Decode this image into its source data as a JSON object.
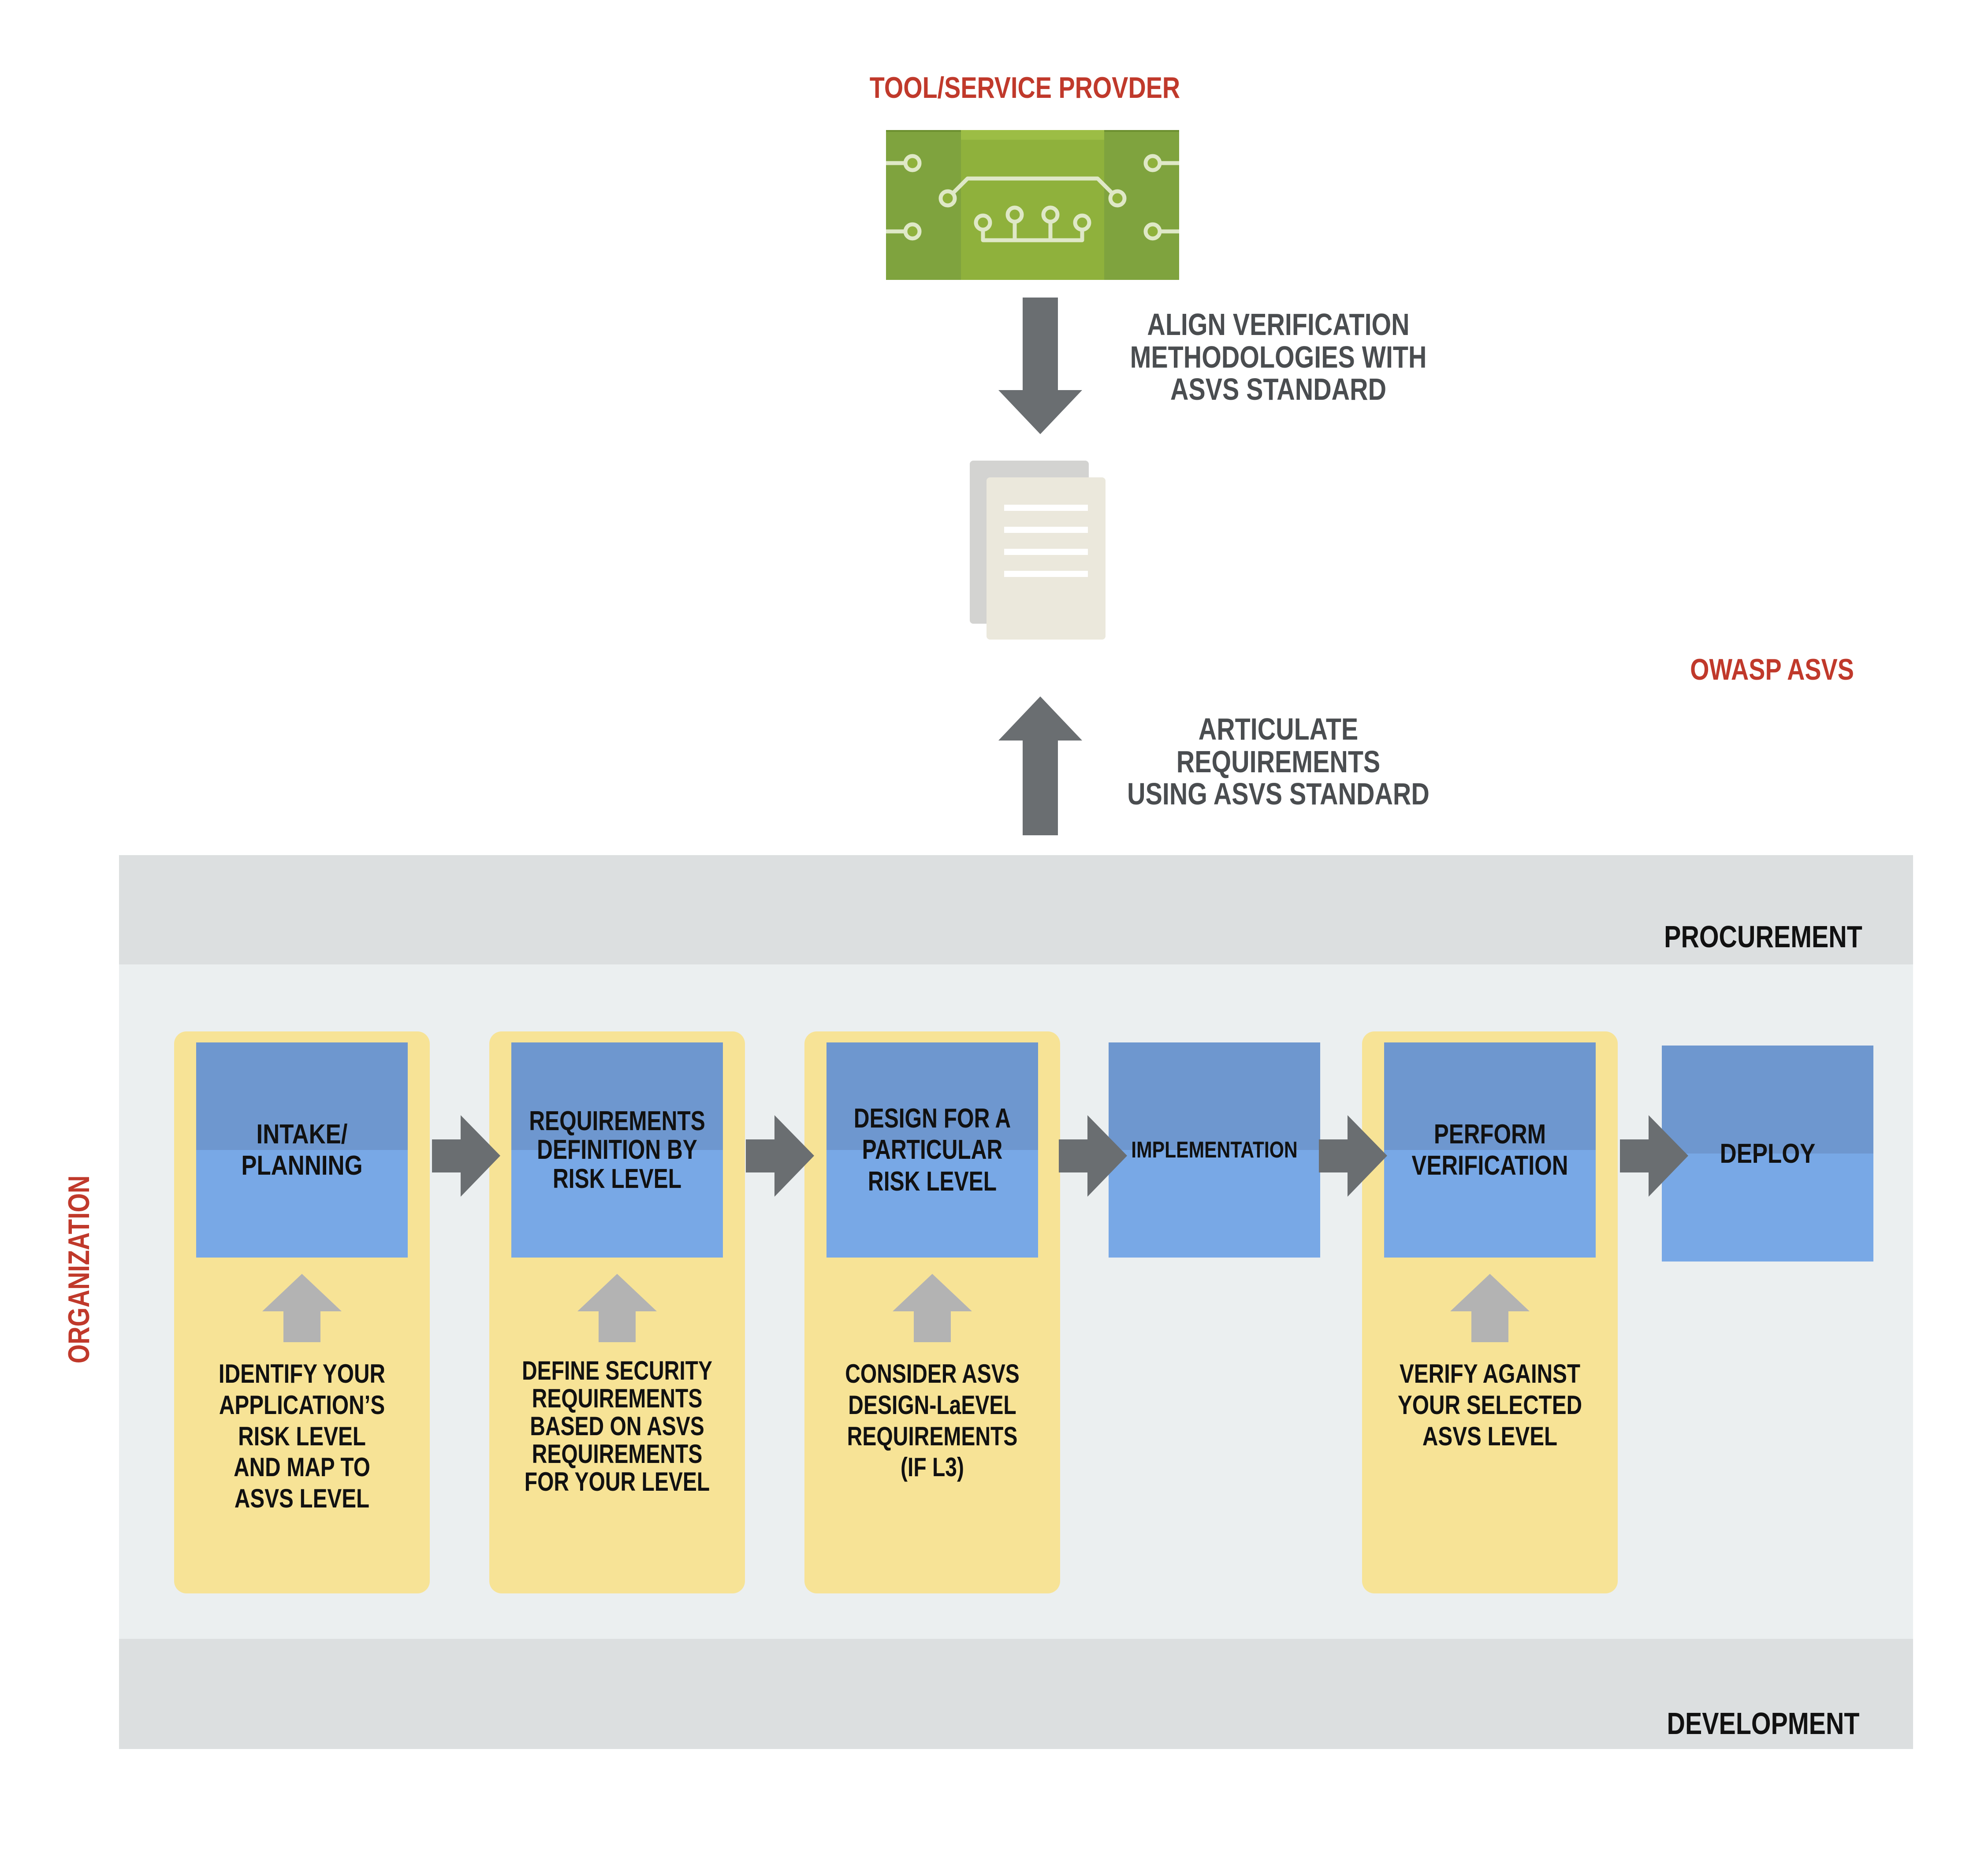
{
  "provider": {
    "title": "TOOL/SERVICE PROVDER",
    "icon": "circuit-board-icon",
    "colors": {
      "outer": "#7fa33e",
      "inner": "#8fb13c",
      "node": "#dfe8c7"
    }
  },
  "align_text": "ALIGN VERIFICATION\nMETHODOLOGIES WITH\nASVS STANDARD",
  "articulate_text": "ARTICULATE REQUIREMENTS\nUSING ASVS STANDARD",
  "document_icon": "document-stack-icon",
  "owasp_label": "OWASP ASVS",
  "organization_label": "ORGANIZATION",
  "procurement_label": "PROCUREMENT",
  "development_label": "DEVELOPMENT",
  "steps": [
    {
      "title": "INTAKE/\nPLANNING",
      "desc": "IDENTIFY YOUR\nAPPLICATION’S\nRISK LEVEL\nAND MAP TO\nASVS LEVEL"
    },
    {
      "title": "REQUIREMENTS\nDEFINITION BY\nRISK LEVEL",
      "desc": "DEFINE SECURITY\nREQUIREMENTS\nBASED ON ASVS\nREQUIREMENTS\nFOR YOUR LEVEL"
    },
    {
      "title": "DESIGN FOR A\nPARTICULAR\nRISK LEVEL",
      "desc": "CONSIDER ASVS\nDESIGN-LaEVEL\nREQUIREMENTS\n(IF L3)"
    },
    {
      "title": "IMPLEMENTATION"
    },
    {
      "title": "PERFORM\nVERIFICATION",
      "desc": "VERIFY AGAINST\nYOUR SELECTED\nASVS LEVEL"
    },
    {
      "title": "DEPLOY"
    }
  ],
  "colors": {
    "accent_red": "#c0392b",
    "arrow_dark": "#6a6e71",
    "arrow_light": "#b3b3b3",
    "yellow_card": "#f7e396",
    "step_top": "#6e97cf",
    "step_bottom": "#78a8e6",
    "panel_band": "#dcdfe0",
    "panel_mid": "#ebeff0"
  }
}
